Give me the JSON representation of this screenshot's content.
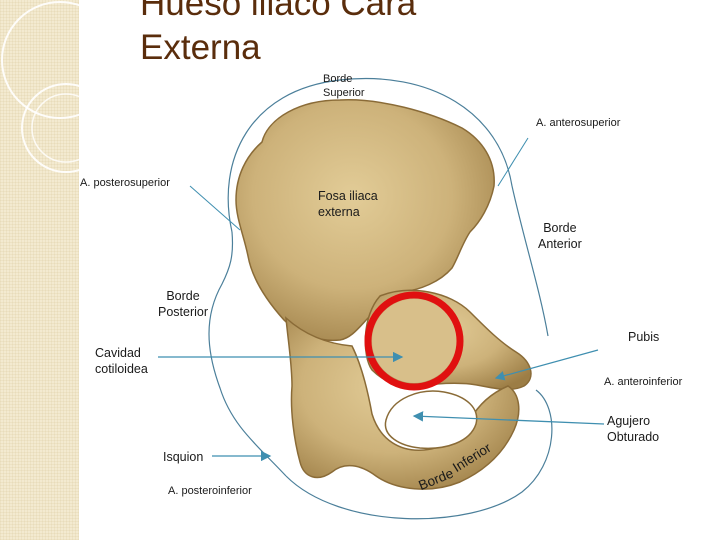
{
  "slide": {
    "title_line1": "Hueso iliaco Cara",
    "title_line2": "Externa"
  },
  "labels": {
    "borde_superior": "Borde\nSuperior",
    "anterosuperior": "A. anterosuperior",
    "posterosuperior": "A. posterosuperior",
    "fosa_iliaca": "Fosa iliaca\nexterna",
    "borde_anterior": "Borde\nAnterior",
    "borde_posterior": "Borde\nPosterior",
    "pubis": "Pubis",
    "cavidad": "Cavidad\ncotiloidea",
    "anteroinferior": "A. anteroinferior",
    "agujero": "Agujero\nObturado",
    "isquion": "Isquion",
    "posteroinferior": "A. posteroinferior",
    "borde_inferior_word1": "Borde",
    "borde_inferior_word2": "Inferior"
  },
  "colors": {
    "title": "#5a2d0c",
    "outline": "#4b7f9a",
    "arrow": "#3f8fb0",
    "acetabulum_ring": "#e01010",
    "bone": "#cdb27a"
  }
}
